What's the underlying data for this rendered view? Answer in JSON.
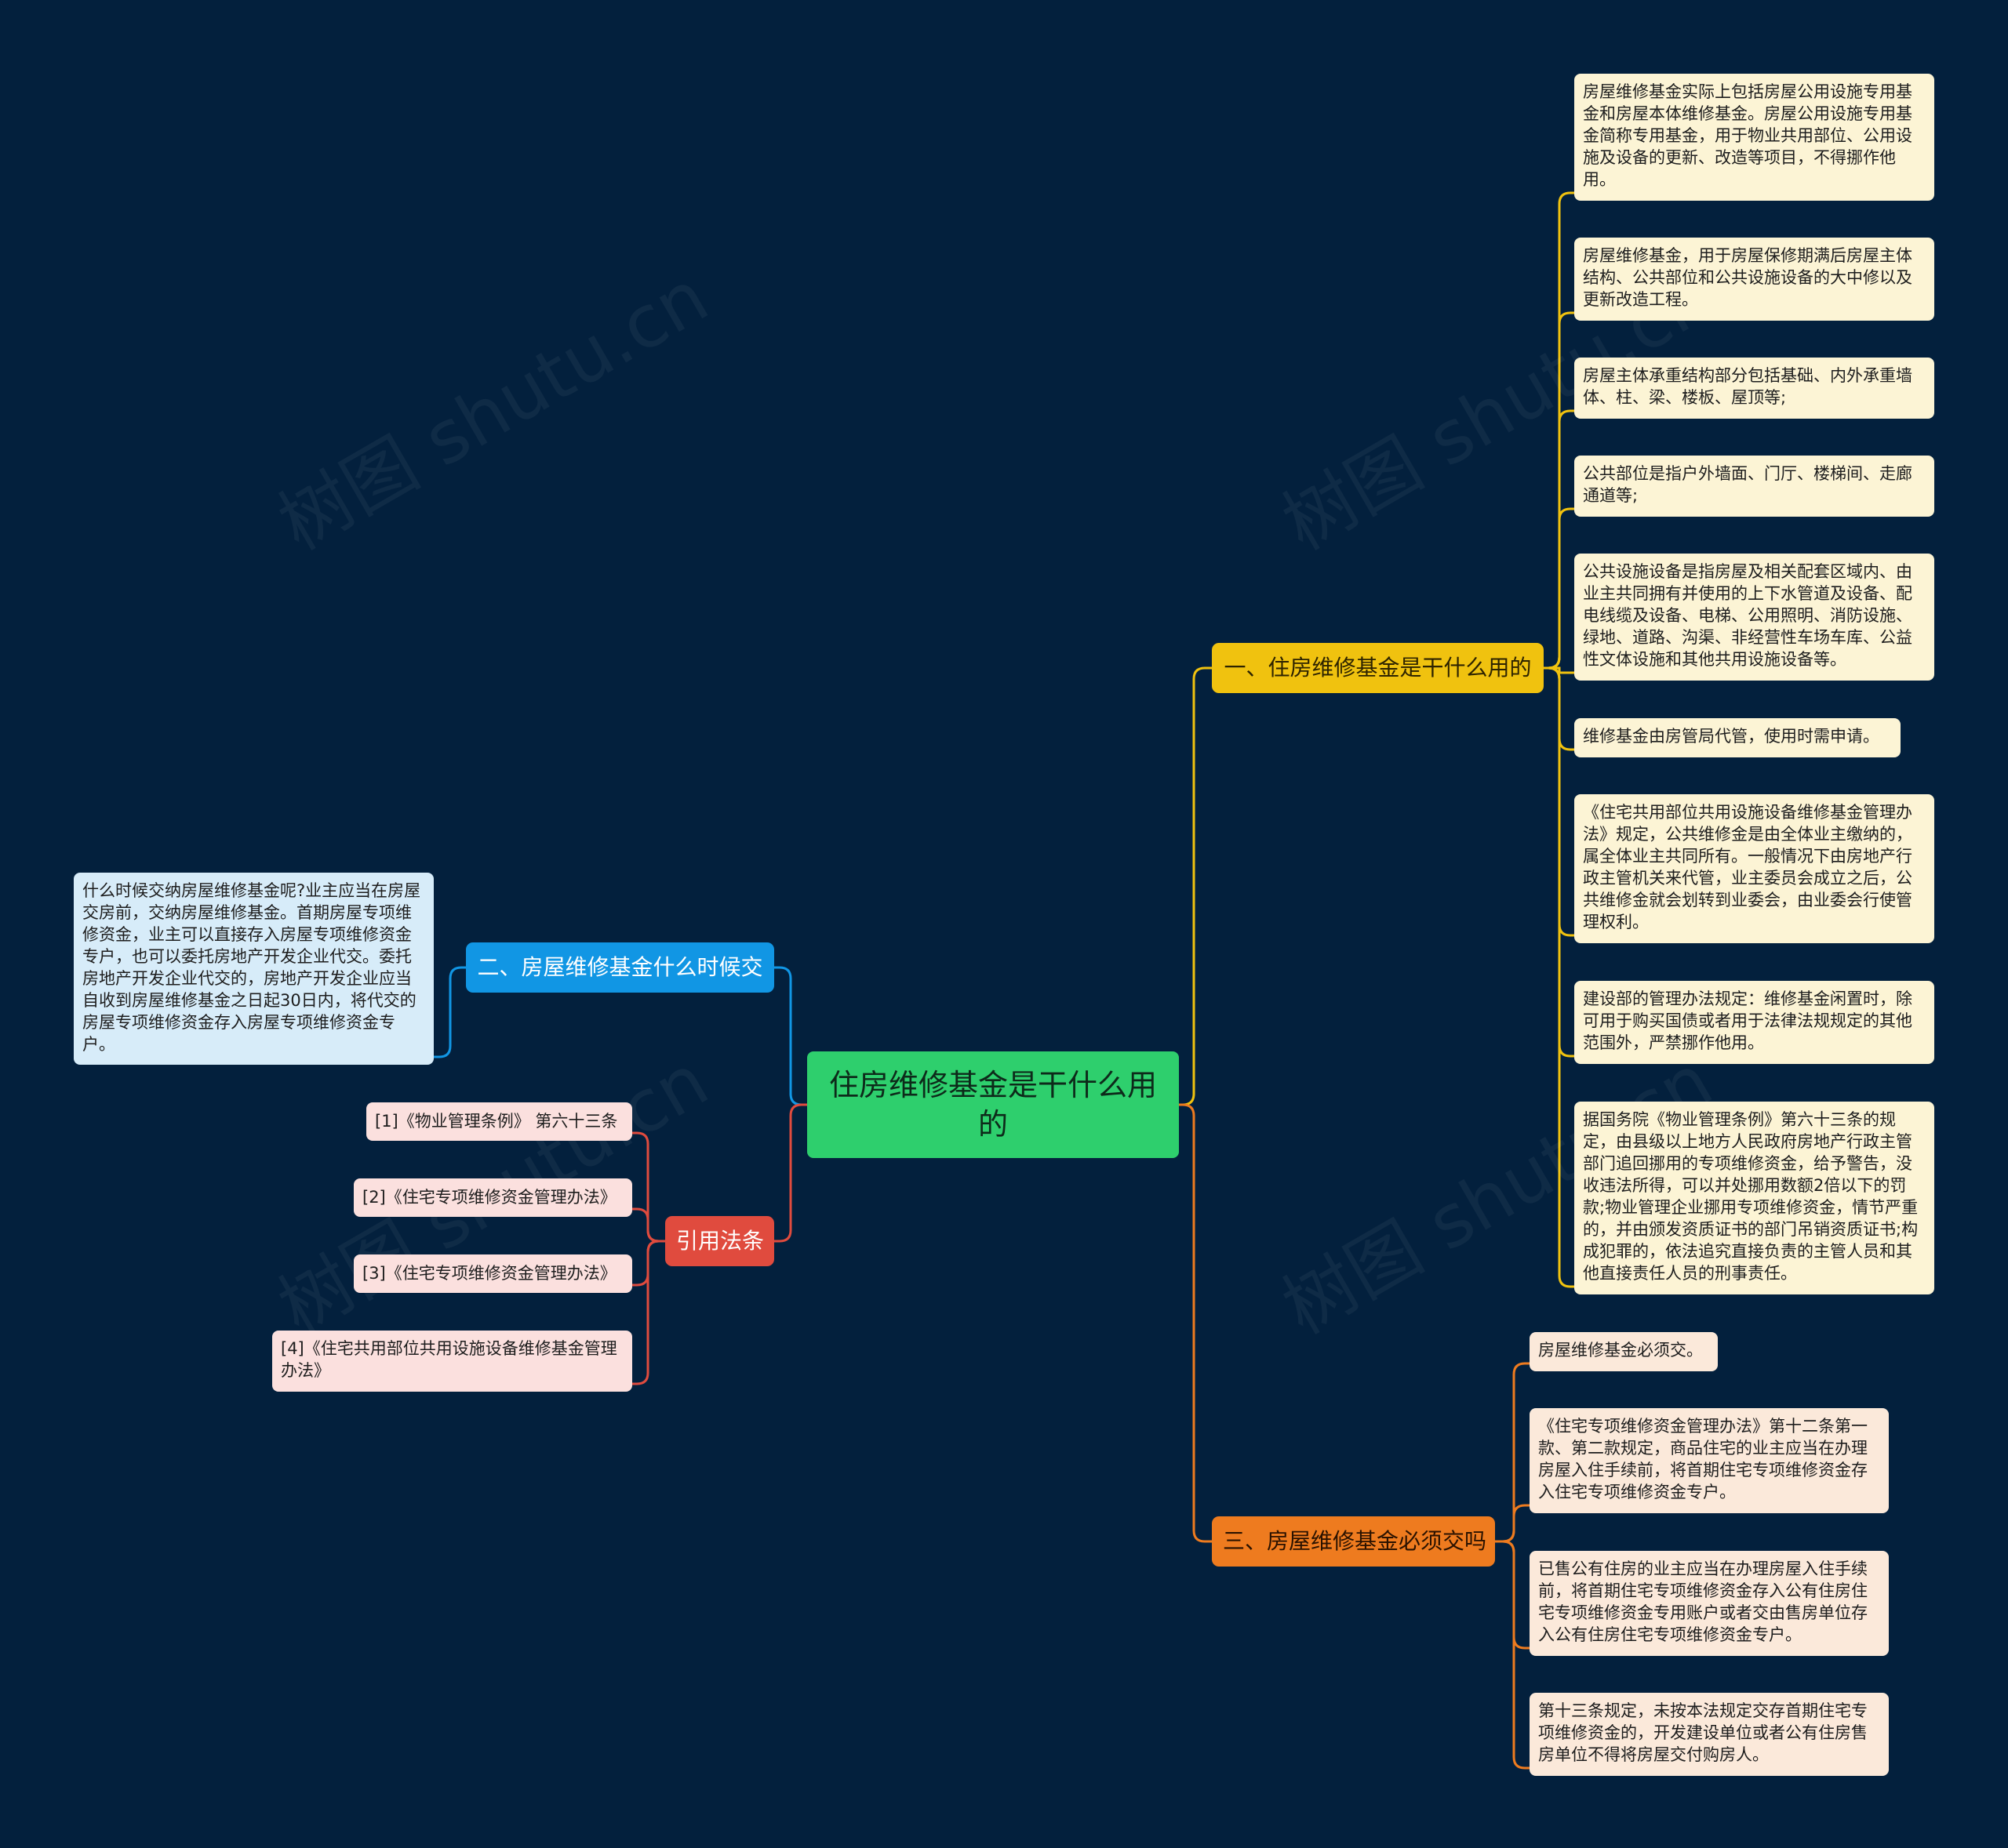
{
  "root": {
    "label": "住房维修基金是干什么用的"
  },
  "branches": {
    "b1": {
      "label": "一、住房维修基金是干什么用的",
      "color": "#f0c20f",
      "items": [
        "房屋维修基金实际上包括房屋公用设施专用基金和房屋本体维修基金。房屋公用设施专用基金简称专用基金，用于物业共用部位、公用设施及设备的更新、改造等项目，不得挪作他用。",
        "房屋维修基金，用于房屋保修期满后房屋主体结构、公共部位和公共设施设备的大中修以及更新改造工程。",
        "房屋主体承重结构部分包括基础、内外承重墙体、柱、梁、楼板、屋顶等;",
        "公共部位是指户外墙面、门厅、楼梯间、走廊通道等;",
        "公共设施设备是指房屋及相关配套区域内、由业主共同拥有并使用的上下水管道及设备、配电线缆及设备、电梯、公用照明、消防设施、绿地、道路、沟渠、非经营性车场车库、公益性文体设施和其他共用设施设备等。",
        "维修基金由房管局代管，使用时需申请。",
        "《住宅共用部位共用设施设备维修基金管理办法》规定，公共维修金是由全体业主缴纳的，属全体业主共同所有。一般情况下由房地产行政主管机关来代管，业主委员会成立之后，公共维修金就会划转到业委会，由业委会行使管理权利。",
        "建设部的管理办法规定：维修基金闲置时，除可用于购买国债或者用于法律法规规定的其他范围外，严禁挪作他用。",
        "据国务院《物业管理条例》第六十三条的规定，由县级以上地方人民政府房地产行政主管部门追回挪用的专项维修资金，给予警告，没收违法所得，可以并处挪用数额2倍以下的罚款;物业管理企业挪用专项维修资金，情节严重的，并由颁发资质证书的部门吊销资质证书;构成犯罪的，依法追究直接负责的主管人员和其他直接责任人员的刑事责任。"
      ]
    },
    "b2": {
      "label": "二、房屋维修基金什么时候交",
      "color": "#1196e4",
      "items": [
        "什么时候交纳房屋维修基金呢?业主应当在房屋交房前，交纳房屋维修基金。首期房屋专项维修资金，业主可以直接存入房屋专项维修资金专户，也可以委托房地产开发企业代交。委托房地产开发企业代交的，房地产开发企业应当自收到房屋维修基金之日起30日内，将代交的房屋专项维修资金存入房屋专项维修资金专户。"
      ]
    },
    "b3": {
      "label": "引用法条",
      "color": "#e04b3e",
      "items": [
        "[1]《物业管理条例》 第六十三条",
        "[2]《住宅专项维修资金管理办法》",
        "[3]《住宅专项维修资金管理办法》",
        "[4]《住宅共用部位共用设施设备维修基金管理办法》"
      ]
    },
    "b4": {
      "label": "三、房屋维修基金必须交吗",
      "color": "#ee7b1f",
      "items": [
        "房屋维修基金必须交。",
        "《住宅专项维修资金管理办法》第十二条第一款、第二款规定，商品住宅的业主应当在办理房屋入住手续前，将首期住宅专项维修资金存入住宅专项维修资金专户。",
        "已售公有住房的业主应当在办理房屋入住手续前，将首期住宅专项维修资金存入公有住房住宅专项维修资金专用账户或者交由售房单位存入公有住房住宅专项维修资金专户。",
        "第十三条规定，未按本法规定交存首期住宅专项维修资金的，开发建设单位或者公有住房售房单位不得将房屋交付购房人。"
      ]
    }
  },
  "watermark": "树图 shutu.cn"
}
